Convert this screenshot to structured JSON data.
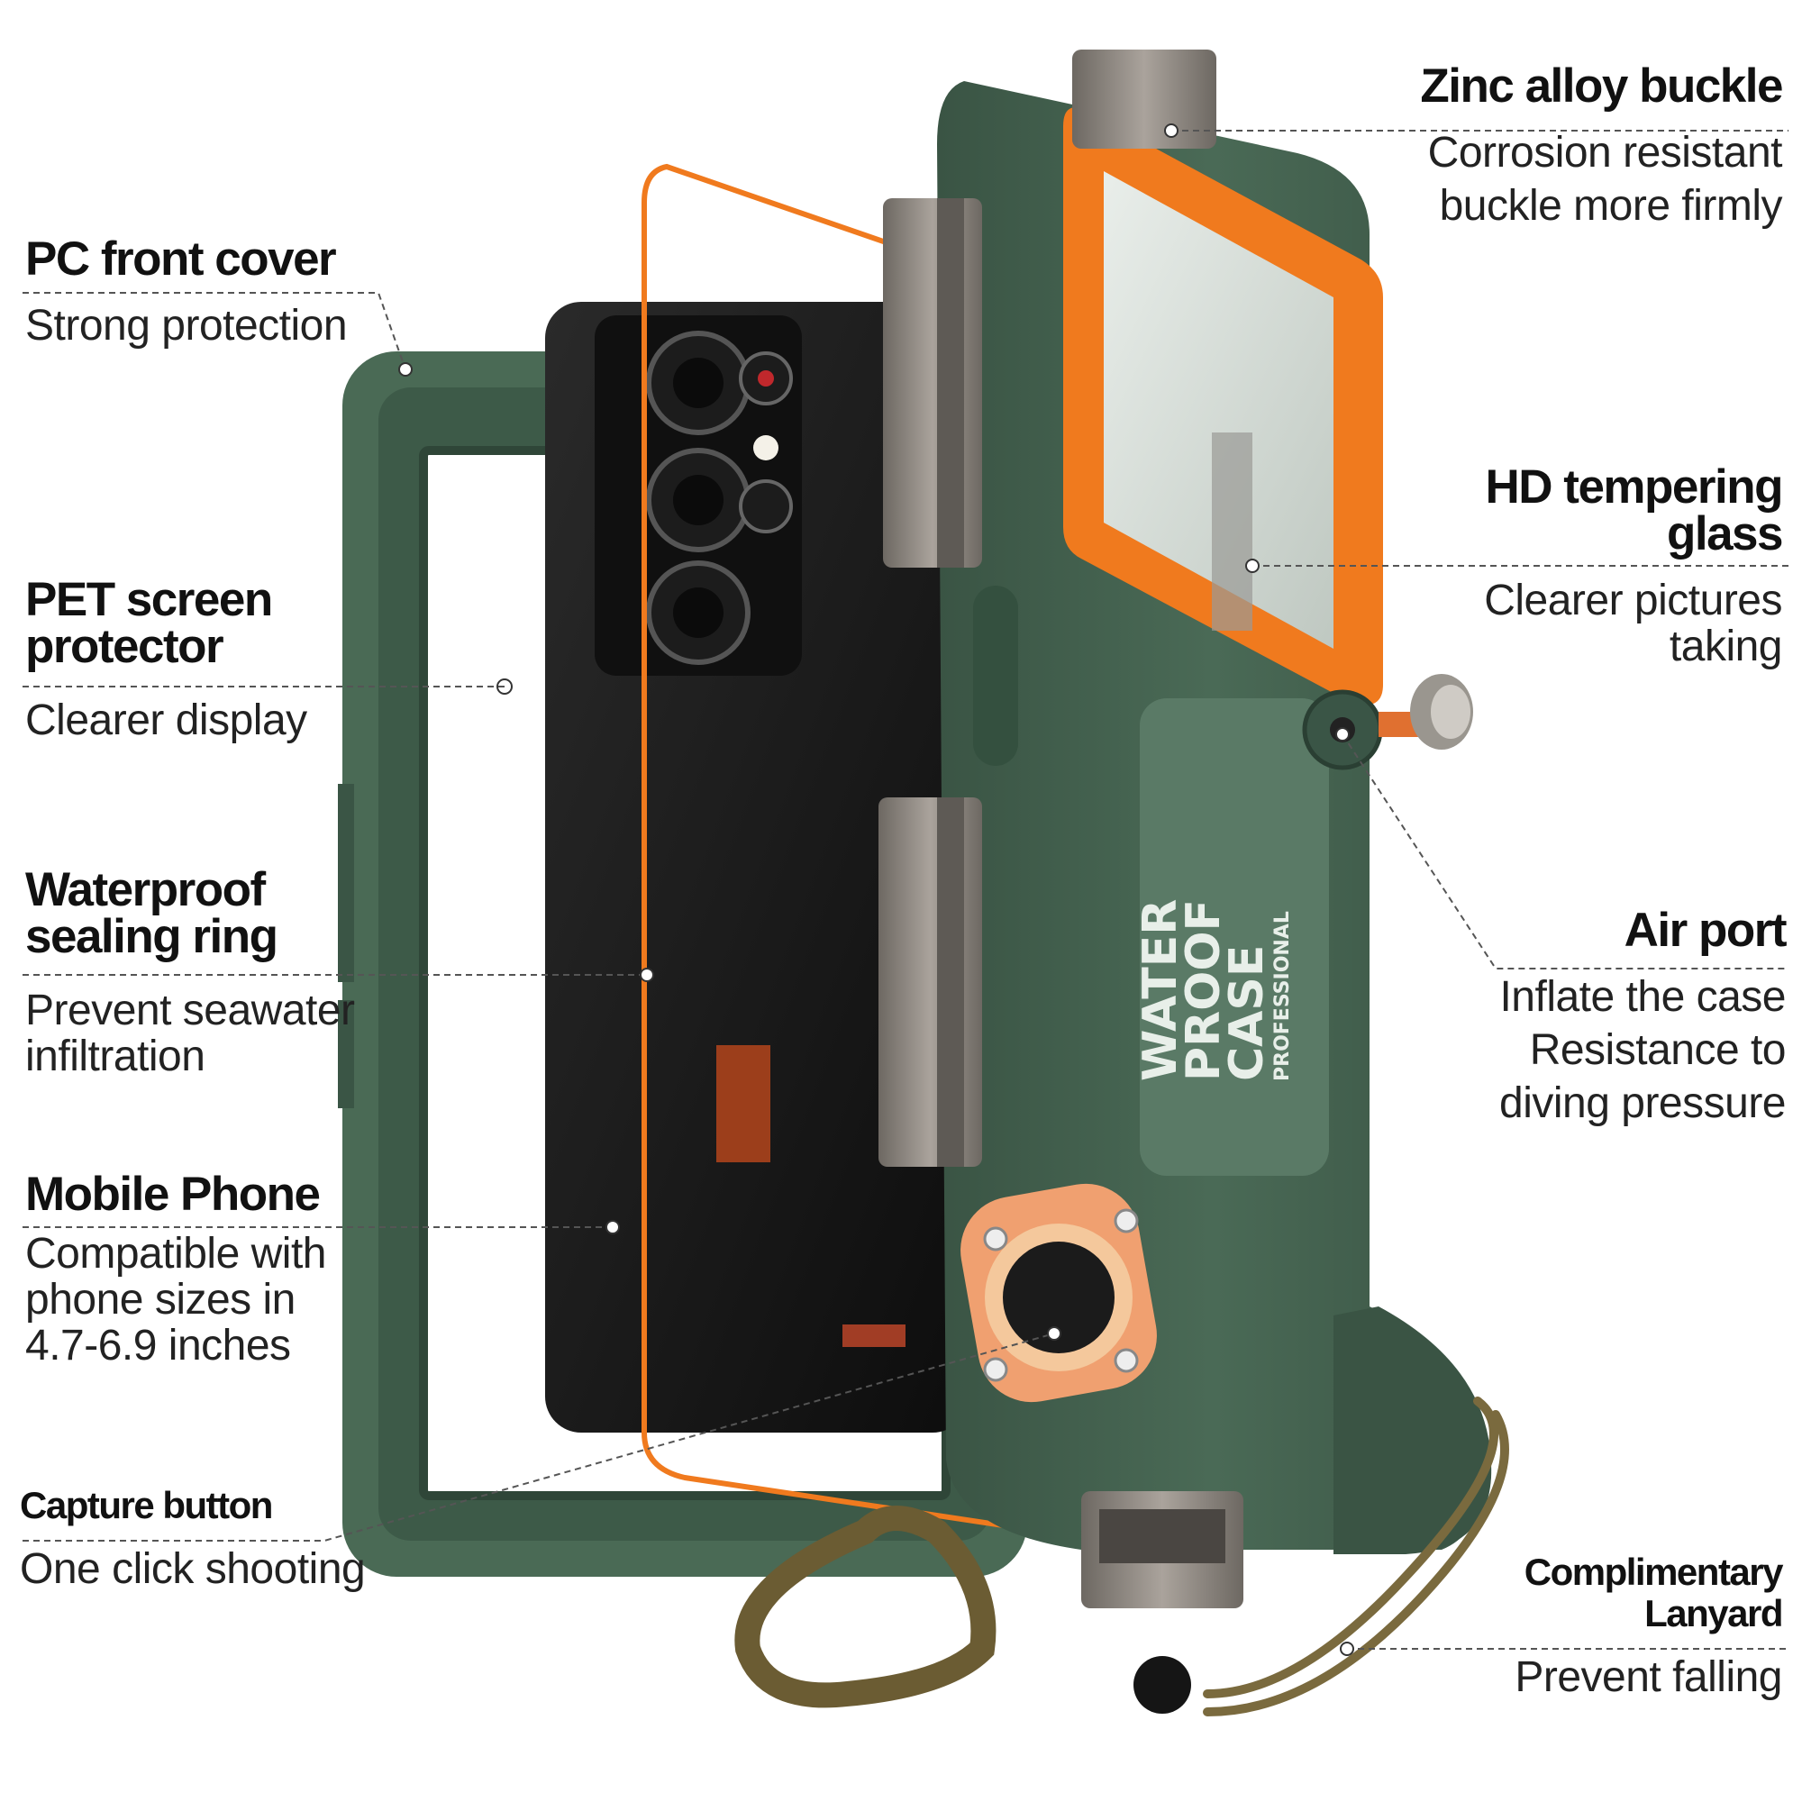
{
  "callouts": {
    "pc_front_cover": {
      "title": "PC front cover",
      "desc": [
        "Strong protection"
      ]
    },
    "pet_screen": {
      "title": [
        "PET screen",
        "protector"
      ],
      "desc": [
        "Clearer display"
      ]
    },
    "sealing_ring": {
      "title": [
        "Waterproof",
        "sealing ring"
      ],
      "desc": [
        "Prevent seawater",
        "infiltration"
      ]
    },
    "mobile_phone": {
      "title": "Mobile Phone",
      "desc": [
        "Compatible with",
        "phone sizes in",
        "4.7-6.9 inches"
      ]
    },
    "capture_button": {
      "title": "Capture button",
      "desc": [
        "One click shooting"
      ]
    },
    "zinc_buckle": {
      "title": "Zinc alloy buckle",
      "desc": [
        "Corrosion resistant",
        "buckle more firmly"
      ]
    },
    "hd_glass": {
      "title": [
        "HD tempering",
        "glass"
      ],
      "desc": [
        "Clearer pictures",
        "taking"
      ]
    },
    "air_port": {
      "title": "Air port",
      "desc": [
        "Inflate the case",
        "Resistance to",
        "diving pressure"
      ]
    },
    "lanyard": {
      "title": [
        "Complimentary",
        "Lanyard"
      ],
      "desc": [
        "Prevent falling"
      ]
    }
  },
  "case_logo": [
    "WATER",
    "PROOF",
    "CASE",
    "PROFESSIONAL"
  ],
  "colors": {
    "case_green": "#3f5a48",
    "case_green_dark": "#2f4638",
    "frame_green": "#4a6a55",
    "accent_orange": "#f07a1e",
    "metal": "#8a8580",
    "phone_black": "#151515",
    "lanyard": "#7a6a3e"
  }
}
